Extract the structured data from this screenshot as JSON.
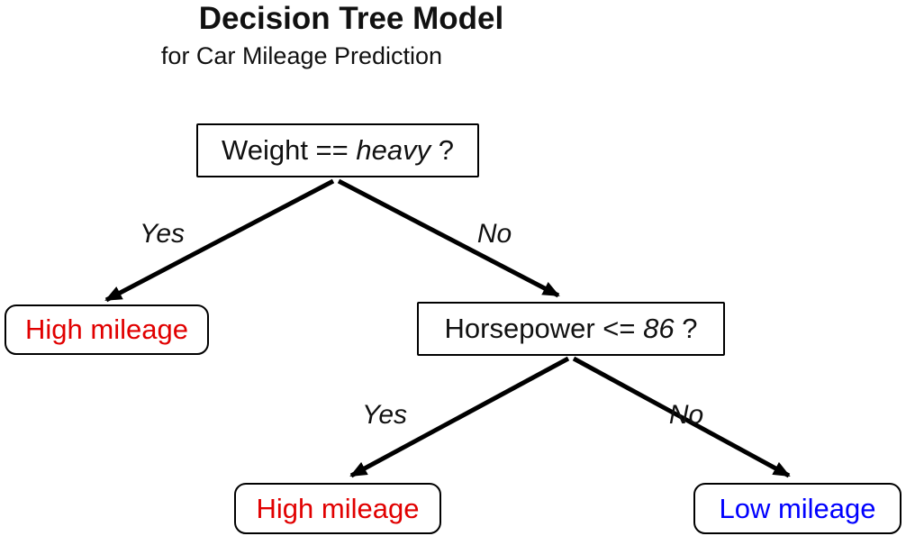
{
  "title": "Decision Tree Model",
  "subtitle": "for Car Mileage Prediction",
  "colors": {
    "high_mileage_text": "#e10000",
    "low_mileage_text": "#0000ff",
    "node_border": "#000000",
    "edge_line": "#000000",
    "background": "#ffffff"
  },
  "nodes": {
    "weight_question": {
      "prefix": "Weight == ",
      "value": "heavy",
      "suffix": " ?"
    },
    "high_mileage_left": {
      "label": "High mileage"
    },
    "horsepower_question": {
      "prefix": "Horsepower <= ",
      "value": "86",
      "suffix": " ?"
    },
    "high_mileage_bottom": {
      "label": "High mileage"
    },
    "low_mileage": {
      "label": "Low mileage"
    }
  },
  "edges": {
    "weight_yes": {
      "label": "Yes"
    },
    "weight_no": {
      "label": "No"
    },
    "horsepower_yes": {
      "label": "Yes"
    },
    "horsepower_no": {
      "label": "No"
    }
  }
}
